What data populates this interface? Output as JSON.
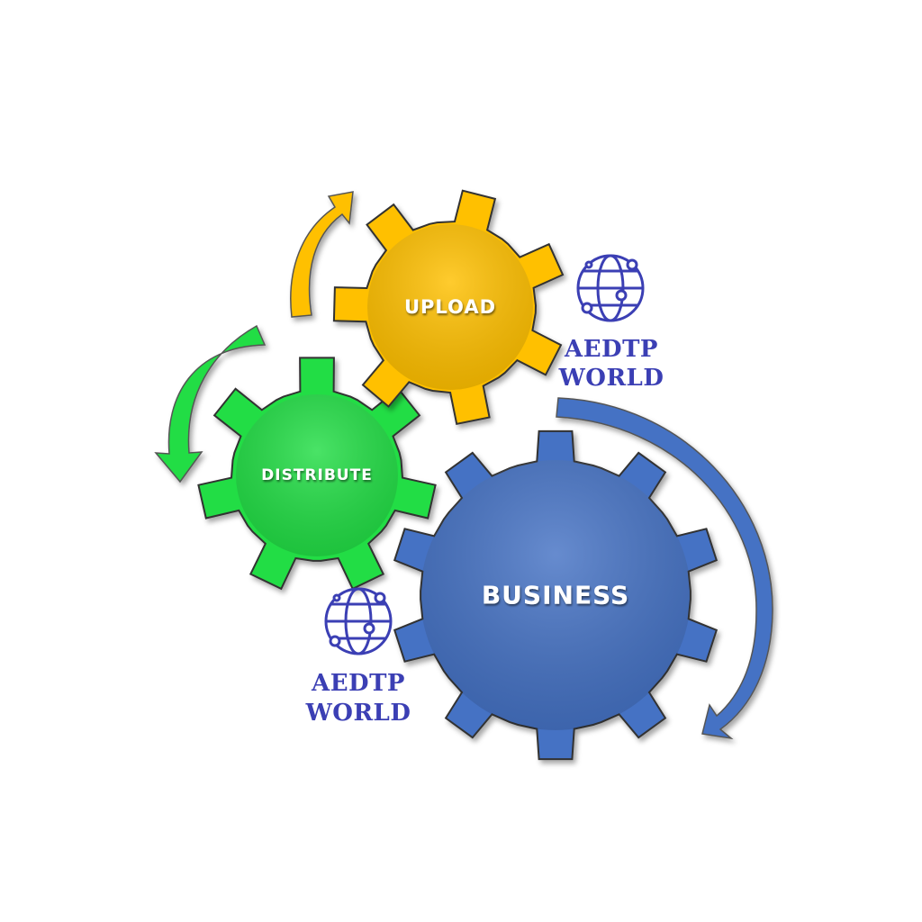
{
  "gears": {
    "upload": {
      "label": "UPLOAD",
      "color": "#ffc000"
    },
    "distribute": {
      "label": "DISTRIBUTE",
      "color": "#22dd44"
    },
    "business": {
      "label": "BUSINESS",
      "color": "#4472c4"
    }
  },
  "brand_marks": [
    {
      "icon": "globe-network-icon",
      "line1": "AEDTP",
      "line2": "WORLD"
    },
    {
      "icon": "globe-network-icon",
      "line1": "AEDTP",
      "line2": "WORLD"
    }
  ],
  "colors": {
    "arrow_yellow": "#ffc000",
    "arrow_green": "#22dd44",
    "arrow_blue": "#4472c4",
    "brand": "#3b3fb4",
    "outline": "#333333"
  }
}
